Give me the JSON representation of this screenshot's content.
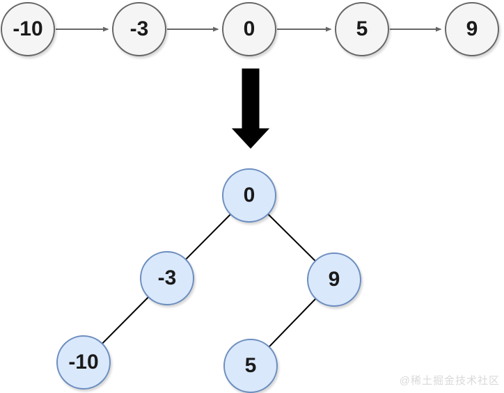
{
  "linked_list": {
    "description": "sorted singly linked list",
    "nodes": [
      {
        "value": "-10"
      },
      {
        "value": "-3"
      },
      {
        "value": "0"
      },
      {
        "value": "5"
      },
      {
        "value": "9"
      }
    ]
  },
  "transform": {
    "icon": "down-arrow-icon",
    "meaning": "convert list to height-balanced BST"
  },
  "tree": {
    "description": "height-balanced binary search tree",
    "nodes": [
      {
        "value": "0",
        "role": "root"
      },
      {
        "value": "-3",
        "role": "left child of 0"
      },
      {
        "value": "9",
        "role": "right child of 0"
      },
      {
        "value": "-10",
        "role": "left child of -3"
      },
      {
        "value": "5",
        "role": "left child of 9"
      }
    ],
    "edges": [
      [
        "0",
        "-3"
      ],
      [
        "0",
        "9"
      ],
      [
        "-3",
        "-10"
      ],
      [
        "9",
        "5"
      ]
    ]
  },
  "watermark": {
    "text": "@稀土掘金技术社区"
  },
  "colors": {
    "background": "#ffffff",
    "list_node_fill": "#f5f5f5",
    "list_node_border": "#666666",
    "list_arrow": "#666666",
    "tree_node_fill": "#dae8fc",
    "tree_node_border": "#6c8ebf",
    "tree_edge": "#000000",
    "transform_arrow": "#000000",
    "node_text": "#1a1a1a",
    "watermark": "#d9d9d9"
  }
}
